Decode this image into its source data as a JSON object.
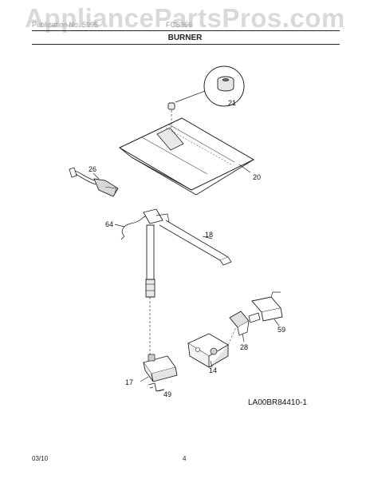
{
  "watermark": "AppliancePartsPros.com",
  "header": {
    "left_text": "Publication No. 5995",
    "right_text": "FCS366"
  },
  "section_title": "BURNER",
  "parts": {
    "p21": "21",
    "p20": "20",
    "p26": "26",
    "p64": "64",
    "p18": "18",
    "p59": "59",
    "p28": "28",
    "p14": "14",
    "p17": "17",
    "p49": "49"
  },
  "diagram_ref": "LA00BR84410-1",
  "footer": {
    "date": "03/10",
    "page": "4"
  }
}
